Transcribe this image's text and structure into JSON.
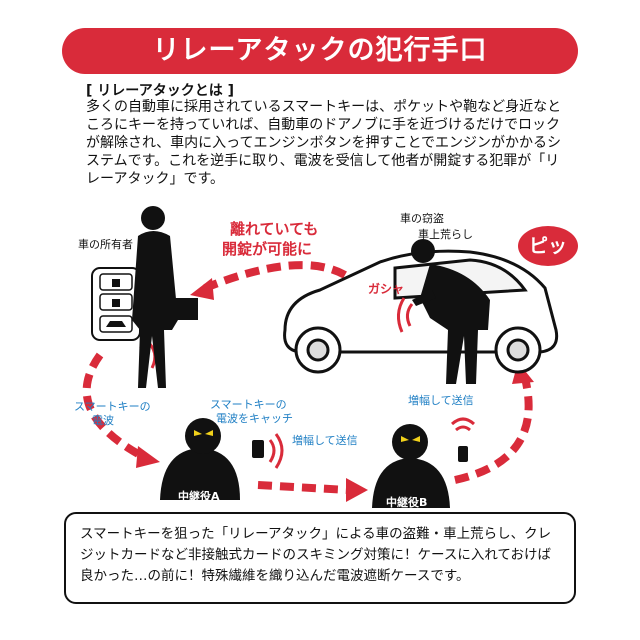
{
  "banner": {
    "title": "リレーアタックの犯行手口"
  },
  "intro": {
    "heading": "[ リレーアタックとは ]",
    "body": "多くの自動車に採用されているスマートキーは、ポケットや鞄など身近なところにキーを持っていれば、自動車のドアノブに手を近づけるだけでロックが解除され、車内に入ってエンジンボタンを押すことでエンジンがかかるシステムです。これを逆手に取り、電波を受信して他者が開錠する犯罪が「リレーアタック」です。"
  },
  "labels": {
    "owner": "車の所有者",
    "thief_line1": "車の窃盗",
    "thief_line2": "車上荒らし",
    "distance_line1": "離れていても",
    "distance_line2": "開錠が可能に",
    "gasha": "ガシャ",
    "pi": "ピッ",
    "key_signal_line1": "スマートキーの",
    "key_signal_line2": "電波",
    "catch_line1": "スマートキーの",
    "catch_line2": "電波をキャッチ",
    "amplify1": "増幅して送信",
    "amplify2": "増幅して送信",
    "relay_a": "中継役A",
    "relay_b": "中継役B"
  },
  "bottom": {
    "text": "スマートキーを狙った「リレーアタック」による車の盗難・車上荒らし、クレジットカードなど非接触式カードのスキミング対策に！ケースに入れておけば良かった…の前に！特殊繊維を織り込んだ電波遮断ケースです。"
  },
  "colors": {
    "accent": "#d92b3a",
    "blue": "#1f7fc4",
    "black": "#111111"
  }
}
